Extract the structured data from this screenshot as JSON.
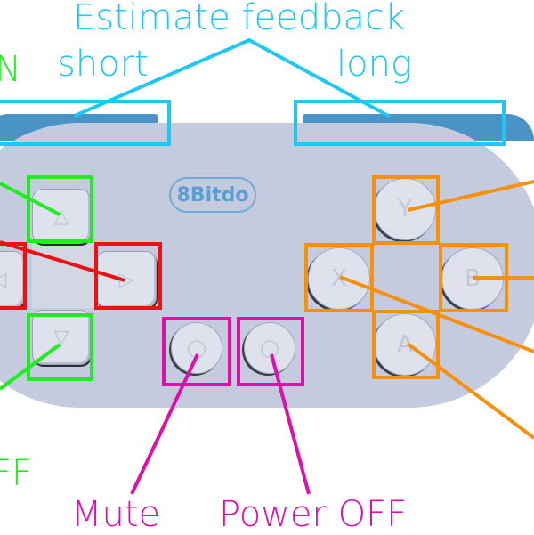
{
  "title": {
    "line1": "Estimate feedback",
    "short": "short",
    "long": "long"
  },
  "left_labels": {
    "top_fragment": "N",
    "bottom_fragment": "FF"
  },
  "bottom_labels": {
    "mute": "Mute",
    "power_off": "Power OFF"
  },
  "logo": {
    "text": "8Bitdo"
  },
  "buttons": {
    "y": "Y",
    "x": "X",
    "b": "B",
    "a": "A",
    "dpad_up": "△",
    "dpad_down": "▽",
    "dpad_right": "▷",
    "dpad_left": "◁",
    "mute_glyph": "○",
    "power_glyph": "○"
  },
  "colors": {
    "cyan": "#1ec8f0",
    "green": "#1eee1e",
    "red": "#ee1111",
    "orange": "#f7900e",
    "magenta": "#dd11aa",
    "controller_body": "#c4cbde",
    "bumper": "#4a93c7"
  }
}
